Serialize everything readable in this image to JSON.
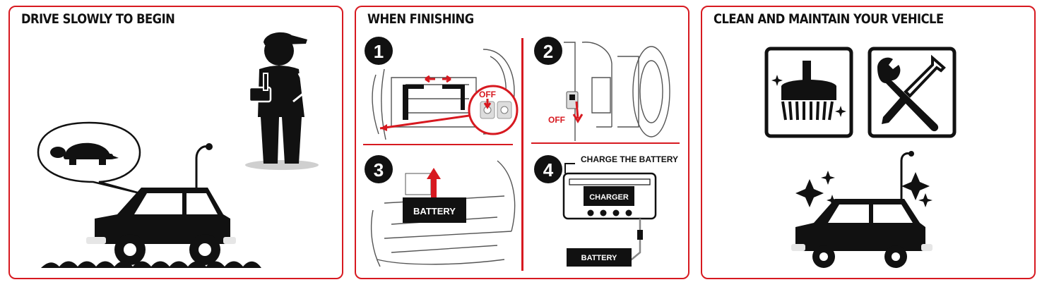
{
  "panels": {
    "drive": {
      "title": "DRIVE SLOWLY TO BEGIN"
    },
    "finish": {
      "title": "WHEN FINISHING",
      "steps": [
        {
          "number": "1",
          "label": "OFF"
        },
        {
          "number": "2",
          "label": "OFF"
        },
        {
          "number": "3",
          "label": "BATTERY"
        },
        {
          "number": "4",
          "caption": "CHARGE THE BATTERY",
          "charger_label": "CHARGER",
          "battery_label": "BATTERY"
        }
      ]
    },
    "clean": {
      "title": "CLEAN AND MAINTAIN YOUR VEHICLE"
    }
  },
  "colors": {
    "accent": "#d71920",
    "ink": "#111111",
    "gray": "#cfcfcf"
  }
}
